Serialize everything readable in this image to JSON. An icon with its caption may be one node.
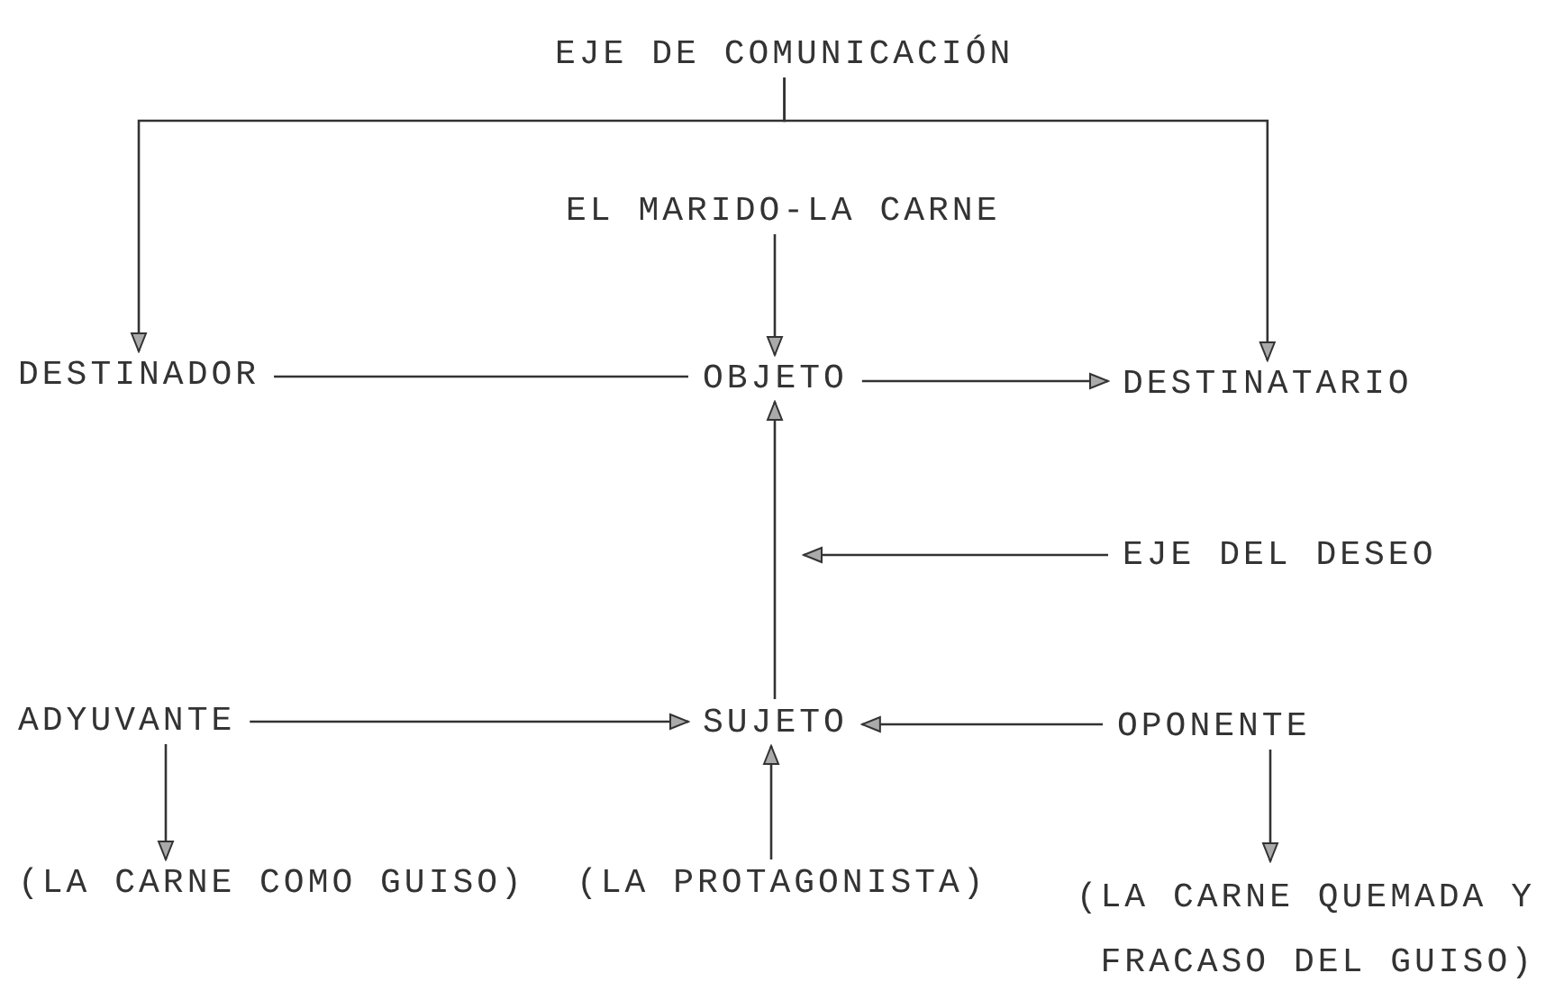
{
  "diagram": {
    "nodes": [
      {
        "text": [
          "EJE DE COMUNICACIÓN"
        ]
      },
      {
        "text": [
          "EL MARIDO-LA CARNE"
        ]
      },
      {
        "text": [
          "DESTINADOR"
        ]
      },
      {
        "text": [
          "OBJETO"
        ]
      },
      {
        "text": [
          "DESTINATARIO"
        ]
      },
      {
        "text": [
          "EJE DEL DESEO"
        ]
      },
      {
        "text": [
          "ADYUVANTE"
        ]
      },
      {
        "text": [
          "SUJETO"
        ]
      },
      {
        "text": [
          "OPONENTE"
        ]
      },
      {
        "text": [
          "(LA CARNE COMO GUISO)"
        ]
      },
      {
        "text": [
          "(LA PROTAGONISTA)"
        ]
      },
      {
        "text": [
          "(LA CARNE QUEMADA Y FRACASO DEL GUISO)"
        ]
      }
    ],
    "edges": [
      {
        "from": 0,
        "to": 2,
        "arrow": "to"
      },
      {
        "from": 0,
        "to": 4,
        "arrow": "to"
      },
      {
        "from": 1,
        "to": 3,
        "arrow": "to"
      },
      {
        "from": 2,
        "to": 3,
        "arrow": "none"
      },
      {
        "from": 3,
        "to": 4,
        "arrow": "to"
      },
      {
        "from": 7,
        "to": 3,
        "arrow": "to"
      },
      {
        "from": 5,
        "to": null,
        "arrow": "to"
      },
      {
        "from": 6,
        "to": 7,
        "arrow": "to"
      },
      {
        "from": 8,
        "to": 7,
        "arrow": "to"
      },
      {
        "from": 6,
        "to": 9,
        "arrow": "to"
      },
      {
        "from": 10,
        "to": 7,
        "arrow": "to"
      },
      {
        "from": 8,
        "to": 11,
        "arrow": "to"
      }
    ]
  }
}
